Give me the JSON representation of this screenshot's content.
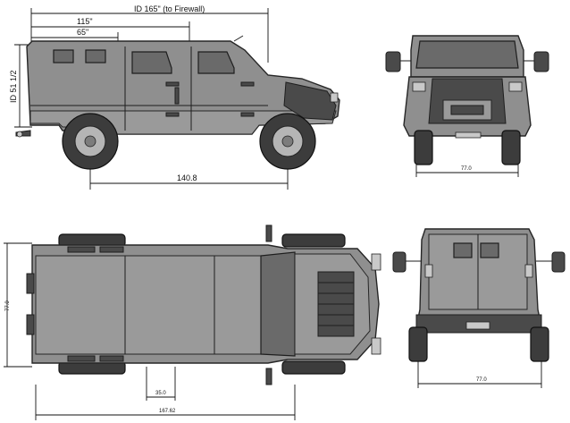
{
  "dimensions": {
    "side_overall": "ID 165\" (to Firewall)",
    "side_upper": "115\"",
    "side_roof": "65\"",
    "side_height": "ID 51 1/2",
    "side_wheelbase": "140.8",
    "front_width": "77.0",
    "top_width": "77.0",
    "top_track": "35.0",
    "top_length": "167.62",
    "rear_width": "77.0"
  },
  "views": [
    "side",
    "front",
    "top",
    "rear"
  ],
  "colors": {
    "body": "#8f8f8f",
    "outline": "#262626",
    "tire": "#3c3c3c",
    "background": "#ffffff"
  }
}
